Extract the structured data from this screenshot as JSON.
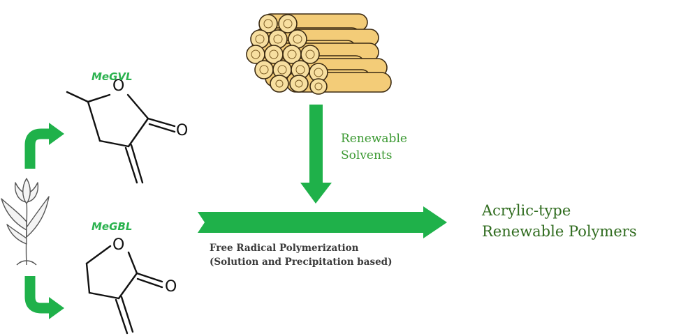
{
  "molecules": {
    "top": {
      "name": "MeGVL",
      "ring_atom": "O",
      "carbonyl_atom": "O"
    },
    "bottom": {
      "name": "MeGBL",
      "ring_atom": "O",
      "carbonyl_atom": "O"
    }
  },
  "solvents": {
    "line1": "Renewable",
    "line2": "Solvents"
  },
  "process": {
    "line1": "Free Radical Polymerization",
    "line2": "(Solution and Precipitation based)"
  },
  "product": {
    "line1": "Acrylic-type",
    "line2": "Renewable Polymers"
  },
  "colors": {
    "arrow_green": "#1fb14a",
    "label_green": "#2ab24e",
    "solvent_text": "#3d9a34",
    "product_text": "#2f6b1e",
    "method_text": "#3a3a3a",
    "wood_fill": "#f3cc78",
    "wood_end": "#f7dfa0",
    "wood_outline": "#3b2a12"
  },
  "icons": [
    "tulip-plant-icon",
    "log-pile-icon"
  ]
}
